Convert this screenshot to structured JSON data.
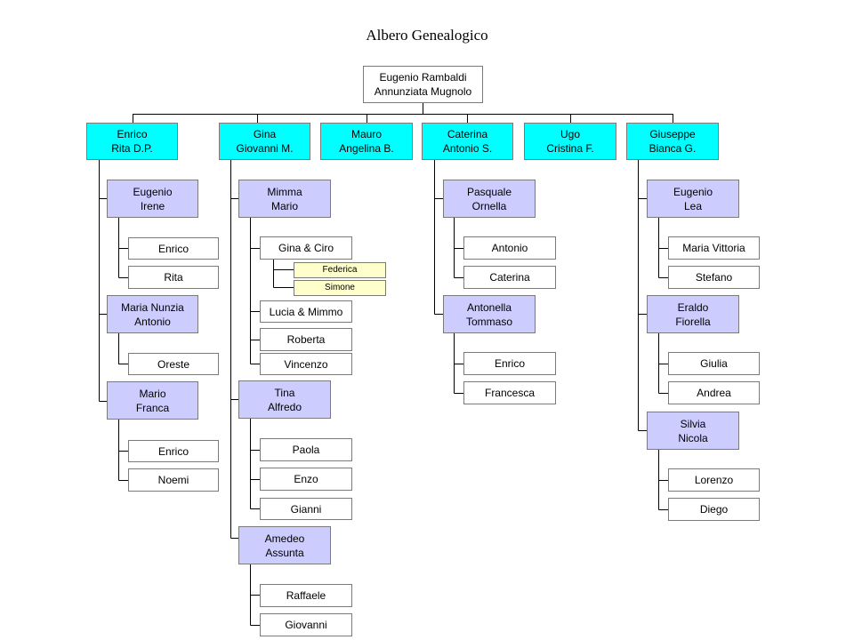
{
  "title": "Albero Genealogico",
  "colors": {
    "child": "#00ffff",
    "couple": "#ccccff",
    "person": "#ffffff",
    "small": "#ffffcc",
    "line": "#000000"
  },
  "root": {
    "l1": "Eugenio Rambaldi",
    "l2": "Annunziata Mugnolo"
  },
  "children": [
    {
      "l1": "Enrico",
      "l2": "Rita D.P."
    },
    {
      "l1": "Gina",
      "l2": "Giovanni M."
    },
    {
      "l1": "Mauro",
      "l2": "Angelina B."
    },
    {
      "l1": "Caterina",
      "l2": "Antonio S."
    },
    {
      "l1": "Ugo",
      "l2": "Cristina F."
    },
    {
      "l1": "Giuseppe",
      "l2": "Bianca G."
    }
  ],
  "enrico_branch": {
    "couples": [
      {
        "l1": "Eugenio",
        "l2": "Irene",
        "kids": [
          "Enrico",
          "Rita"
        ]
      },
      {
        "l1": "Maria Nunzia",
        "l2": "Antonio",
        "kids": [
          "Oreste"
        ]
      },
      {
        "l1": "Mario",
        "l2": "Franca",
        "kids": [
          "Enrico",
          "Noemi"
        ]
      }
    ]
  },
  "gina_branch": {
    "couples": [
      {
        "l1": "Mimma",
        "l2": "Mario",
        "kids": [
          "Gina & Ciro",
          "Lucia & Mimmo",
          "Roberta",
          "Vincenzo"
        ],
        "grandkids": [
          "Federica",
          "Simone"
        ]
      },
      {
        "l1": "Tina",
        "l2": "Alfredo",
        "kids": [
          "Paola",
          "Enzo",
          "Gianni"
        ]
      },
      {
        "l1": "Amedeo",
        "l2": "Assunta",
        "kids": [
          "Raffaele",
          "Giovanni"
        ]
      }
    ]
  },
  "caterina_branch": {
    "couples": [
      {
        "l1": "Pasquale",
        "l2": "Ornella",
        "kids": [
          "Antonio",
          "Caterina"
        ]
      },
      {
        "l1": "Antonella",
        "l2": "Tommaso",
        "kids": [
          "Enrico",
          "Francesca"
        ]
      }
    ]
  },
  "giuseppe_branch": {
    "couples": [
      {
        "l1": "Eugenio",
        "l2": "Lea",
        "kids": [
          "Maria Vittoria",
          "Stefano"
        ]
      },
      {
        "l1": "Eraldo",
        "l2": "Fiorella",
        "kids": [
          "Giulia",
          "Andrea"
        ]
      },
      {
        "l1": "Silvia",
        "l2": "Nicola",
        "kids": [
          "Lorenzo",
          "Diego"
        ]
      }
    ]
  }
}
